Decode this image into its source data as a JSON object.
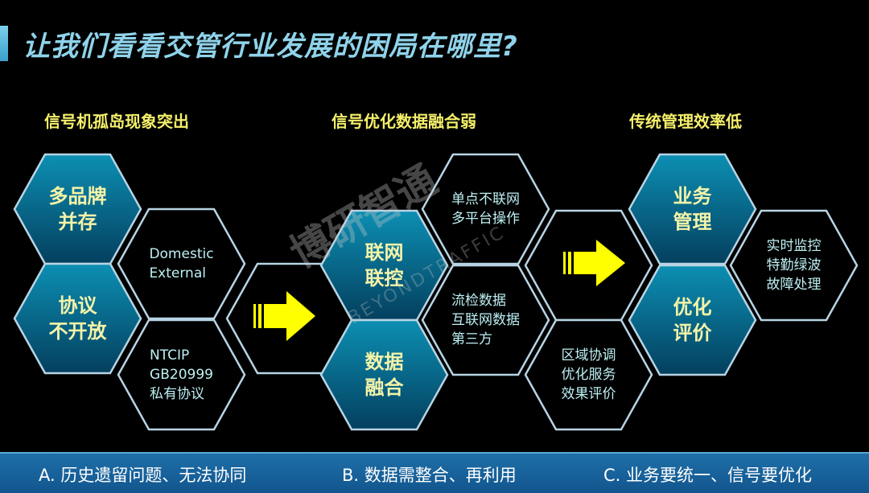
{
  "title": "让我们看看交管行业发展的困局在哪里?",
  "headings": [
    "信号机孤岛现象突出",
    "信号优化数据融合弱",
    "传统管理效率低"
  ],
  "hex": {
    "a": [
      "多品牌",
      "并存"
    ],
    "b": [
      "协议",
      "不开放"
    ],
    "c": [
      "Domestic",
      "External"
    ],
    "d": [
      "NTCIP",
      "GB20999",
      "私有协议"
    ],
    "f": [
      "联网",
      "联控"
    ],
    "g": [
      "数据",
      "融合"
    ],
    "h": [
      "单点不联网",
      "多平台操作"
    ],
    "i": [
      "流检数据",
      "互联网数据",
      "第三方"
    ],
    "k": [
      "区域协调",
      "优化服务",
      "效果评价"
    ],
    "l": [
      "业务",
      "管理"
    ],
    "m": [
      "优化",
      "评价"
    ],
    "n": [
      "实时监控",
      "特勤绿波",
      "故障处理"
    ]
  },
  "bottom": [
    "A. 历史遗留问题、无法协同",
    "B. 数据需整合、再利用",
    "C. 业务要统一、信号要优化"
  ],
  "watermark": {
    "cn": "博研智通",
    "en": "BEYONDTRAFFIC"
  },
  "colors": {
    "accent": "#f4ef6a",
    "hex_fill": "#0a7ea0",
    "arrow": "#ffff00"
  }
}
